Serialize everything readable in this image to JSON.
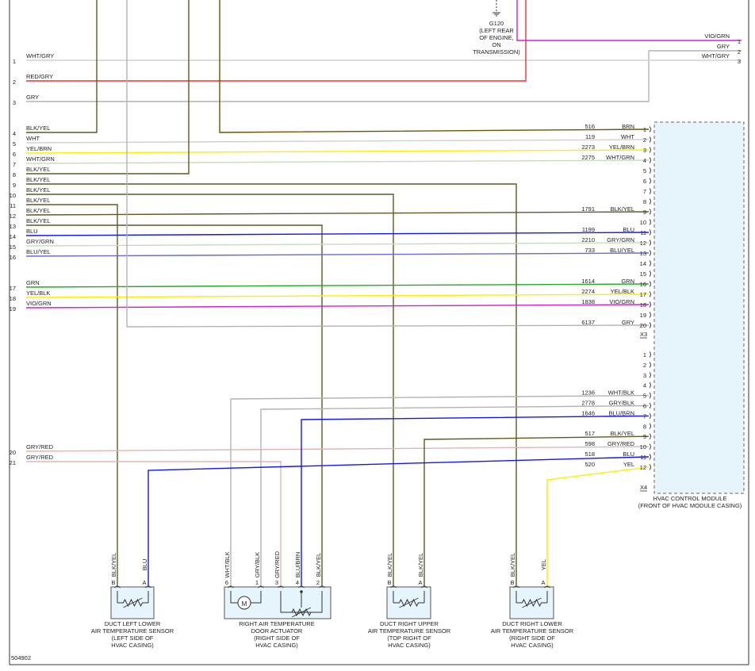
{
  "diagram_id": "504902",
  "colors": {
    "BRN": "#6b5300",
    "BLK_YEL": "#5c5a26",
    "WHT": "#d0d0d0",
    "GRY": "#b3b3b3",
    "YEL": "#ffee00",
    "GRN": "#22aa22",
    "BLU": "#1515ee",
    "VIO": "#d020d0",
    "RED": "#ee3333",
    "PINK": "#e0b5b5",
    "WHT_GRN": "#c8dcc0",
    "module_fill": "#e6f4fc"
  },
  "ground": {
    "id": "G120",
    "lines": [
      "(LEFT REAR",
      "OF ENGINE,",
      "ON",
      "TRANSMISSION)"
    ]
  },
  "top_right": [
    {
      "pin": "1",
      "color": "VIO/GRN"
    },
    {
      "pin": "2",
      "color": "GRY"
    },
    {
      "pin": "3",
      "color": "WHT/GRY"
    }
  ],
  "left_wires": [
    {
      "pin": "1",
      "color": "WHT/GRY"
    },
    {
      "pin": "2",
      "color": "RED/GRY"
    },
    {
      "pin": "3",
      "color": "GRY"
    },
    {
      "pin": "4",
      "color": "BLK/YEL"
    },
    {
      "pin": "5",
      "color": "WHT"
    },
    {
      "pin": "6",
      "color": "YEL/BRN"
    },
    {
      "pin": "7",
      "color": "WHT/GRN"
    },
    {
      "pin": "8",
      "color": "BLK/YEL"
    },
    {
      "pin": "9",
      "color": "BLK/YEL"
    },
    {
      "pin": "10",
      "color": "BLK/YEL"
    },
    {
      "pin": "11",
      "color": "BLK/YEL"
    },
    {
      "pin": "12",
      "color": "BLK/YEL"
    },
    {
      "pin": "13",
      "color": "BLK/YEL"
    },
    {
      "pin": "14",
      "color": "BLU"
    },
    {
      "pin": "15",
      "color": "GRY/GRN"
    },
    {
      "pin": "16",
      "color": "BLU/YEL"
    },
    {
      "pin": "17",
      "color": "GRN"
    },
    {
      "pin": "18",
      "color": "YEL/BLK"
    },
    {
      "pin": "19",
      "color": "VIO/GRN"
    },
    {
      "pin": "20",
      "color": "GRY/RED"
    },
    {
      "pin": "21",
      "color": "GRY/RED"
    }
  ],
  "x3": {
    "label": "X3",
    "pins": [
      {
        "pin": "1",
        "circuit": "516",
        "color": "BRN"
      },
      {
        "pin": "2",
        "circuit": "119",
        "color": "WHT"
      },
      {
        "pin": "3",
        "circuit": "2273",
        "color": "YEL/BRN"
      },
      {
        "pin": "4",
        "circuit": "2275",
        "color": "WHT/GRN"
      },
      {
        "pin": "5",
        "circuit": "",
        "color": ""
      },
      {
        "pin": "6",
        "circuit": "",
        "color": ""
      },
      {
        "pin": "7",
        "circuit": "",
        "color": ""
      },
      {
        "pin": "8",
        "circuit": "",
        "color": ""
      },
      {
        "pin": "9",
        "circuit": "1791",
        "color": "BLK/YEL"
      },
      {
        "pin": "10",
        "circuit": "",
        "color": ""
      },
      {
        "pin": "11",
        "circuit": "1199",
        "color": "BLU"
      },
      {
        "pin": "12",
        "circuit": "2210",
        "color": "GRY/GRN"
      },
      {
        "pin": "13",
        "circuit": "733",
        "color": "BLU/YEL"
      },
      {
        "pin": "14",
        "circuit": "",
        "color": ""
      },
      {
        "pin": "15",
        "circuit": "",
        "color": ""
      },
      {
        "pin": "16",
        "circuit": "1614",
        "color": "GRN"
      },
      {
        "pin": "17",
        "circuit": "2274",
        "color": "YEL/BLK"
      },
      {
        "pin": "18",
        "circuit": "1838",
        "color": "VIO/GRN"
      },
      {
        "pin": "19",
        "circuit": "",
        "color": ""
      },
      {
        "pin": "20",
        "circuit": "6137",
        "color": "GRY"
      }
    ]
  },
  "x4": {
    "label": "X4",
    "pins": [
      {
        "pin": "1",
        "circuit": "",
        "color": ""
      },
      {
        "pin": "2",
        "circuit": "",
        "color": ""
      },
      {
        "pin": "3",
        "circuit": "",
        "color": ""
      },
      {
        "pin": "4",
        "circuit": "",
        "color": ""
      },
      {
        "pin": "5",
        "circuit": "1236",
        "color": "WHT/BLK"
      },
      {
        "pin": "6",
        "circuit": "2778",
        "color": "GRY/BLK"
      },
      {
        "pin": "7",
        "circuit": "1646",
        "color": "BLU/BRN"
      },
      {
        "pin": "8",
        "circuit": "",
        "color": ""
      },
      {
        "pin": "9",
        "circuit": "517",
        "color": "BLK/YEL"
      },
      {
        "pin": "10",
        "circuit": "598",
        "color": "GRY/RED"
      },
      {
        "pin": "11",
        "circuit": "518",
        "color": "BLU"
      },
      {
        "pin": "12",
        "circuit": "520",
        "color": "YEL"
      }
    ]
  },
  "module": {
    "name": "HVAC CONTROL MODULE",
    "location": "(FRONT OF HVAC MODULE CASING)"
  },
  "components": [
    {
      "id": "duct-left-lower",
      "lines": [
        "DUCT LEFT LOWER",
        "AIR TEMPERATURE SENSOR",
        "(LEFT SIDE OF",
        "HVAC CASING)"
      ],
      "pins": [
        {
          "pin": "B",
          "color": "BLK/YEL"
        },
        {
          "pin": "A",
          "color": "BLU"
        }
      ]
    },
    {
      "id": "right-air-temp-actuator",
      "lines": [
        "RIGHT AIR TEMPERATURE",
        "DOOR ACTUATOR",
        "(RIGHT SIDE OF",
        "HVAC CASING)"
      ],
      "motor_label": "M",
      "pins": [
        {
          "pin": "6",
          "color": "WHT/BLK"
        },
        {
          "pin": "1",
          "color": "GRY/BLK"
        },
        {
          "pin": "3",
          "color": "GRY/RED"
        },
        {
          "pin": "4",
          "color": "BLU/BRN"
        },
        {
          "pin": "2",
          "color": "BLK/YEL"
        }
      ]
    },
    {
      "id": "duct-right-upper",
      "lines": [
        "DUCT RIGHT UPPER",
        "AIR TEMPERATURE SENSOR",
        "(TOP RIGHT OF",
        "HVAC CASING)"
      ],
      "pins": [
        {
          "pin": "B",
          "color": "BLK/YEL"
        },
        {
          "pin": "A",
          "color": "BLK/YEL"
        }
      ]
    },
    {
      "id": "duct-right-lower",
      "lines": [
        "DUCT RIGHT LOWER",
        "AIR TEMPERATURE SENSOR",
        "(RIGHT SIDE OF",
        "HVAC CASING)"
      ],
      "pins": [
        {
          "pin": "B",
          "color": "BLK/YEL"
        },
        {
          "pin": "A",
          "color": "YEL"
        }
      ]
    }
  ]
}
